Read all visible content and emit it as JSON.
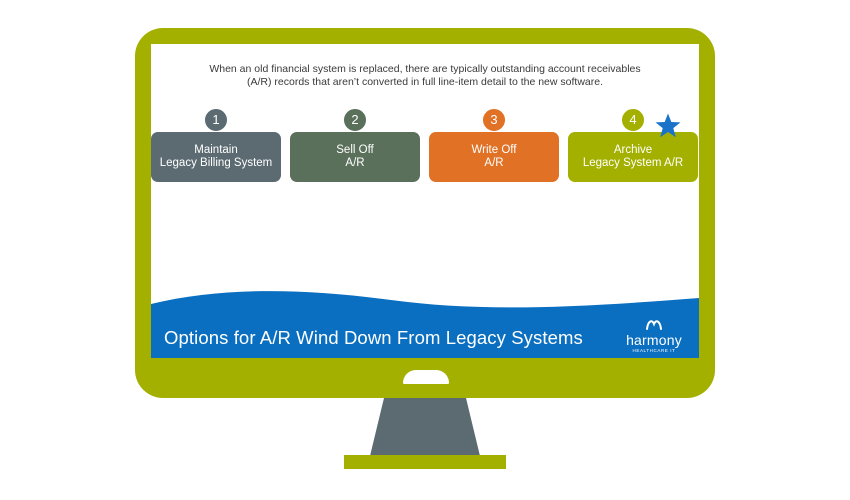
{
  "intro": {
    "line1": "When an old financial system is replaced, there are typically outstanding account receivables",
    "line2": "(A/R) records that aren’t converted in full line-item detail to the new software."
  },
  "steps": [
    {
      "number": "1",
      "line1": "Maintain",
      "line2": "Legacy Billing System",
      "color": "#5c6b72"
    },
    {
      "number": "2",
      "line1": "Sell Off",
      "line2": "A/R",
      "color": "#5a705b"
    },
    {
      "number": "3",
      "line1": "Write Off",
      "line2": "A/R",
      "color": "#e07125"
    },
    {
      "number": "4",
      "line1": "Archive",
      "line2": "Legacy System A/R",
      "color": "#a3b000"
    }
  ],
  "highlight_icon": "star-icon",
  "footer": {
    "title": "Options for A/R Wind Down From Legacy Systems",
    "brand_name": "harmony",
    "brand_tagline": "HEALTHCARE IT"
  },
  "colors": {
    "frame": "#a3b000",
    "wave": "#0a6fc0",
    "star": "#1a72c9"
  }
}
